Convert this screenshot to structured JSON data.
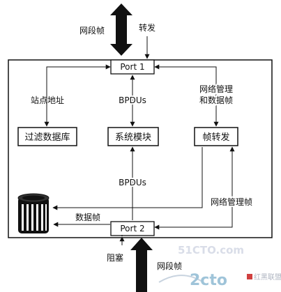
{
  "ports": {
    "top": "Port 1",
    "bottom": "Port 2"
  },
  "modules": {
    "filter_db": "过滤数据库",
    "system": "系统模块",
    "forward": "帧转发"
  },
  "labels": {
    "segment_frame_top": "网段帧",
    "forward_action": "转发",
    "station_address": "站点地址",
    "bpdus_upper": "BPDUs",
    "mgmt_data_frame_line1": "网络管理",
    "mgmt_data_frame_line2": "和数据帧",
    "bpdus_lower": "BPDUs",
    "mgmt_frame": "网络管理帧",
    "data_frame": "数据帧",
    "block": "阻塞",
    "segment_frame_bottom": "网段帧"
  },
  "watermark": {
    "site": "51CTO.com",
    "brand": "2cto",
    "tagline": "红黑联盟"
  },
  "colors": {
    "line": "#111111",
    "background": "#ffffff"
  }
}
